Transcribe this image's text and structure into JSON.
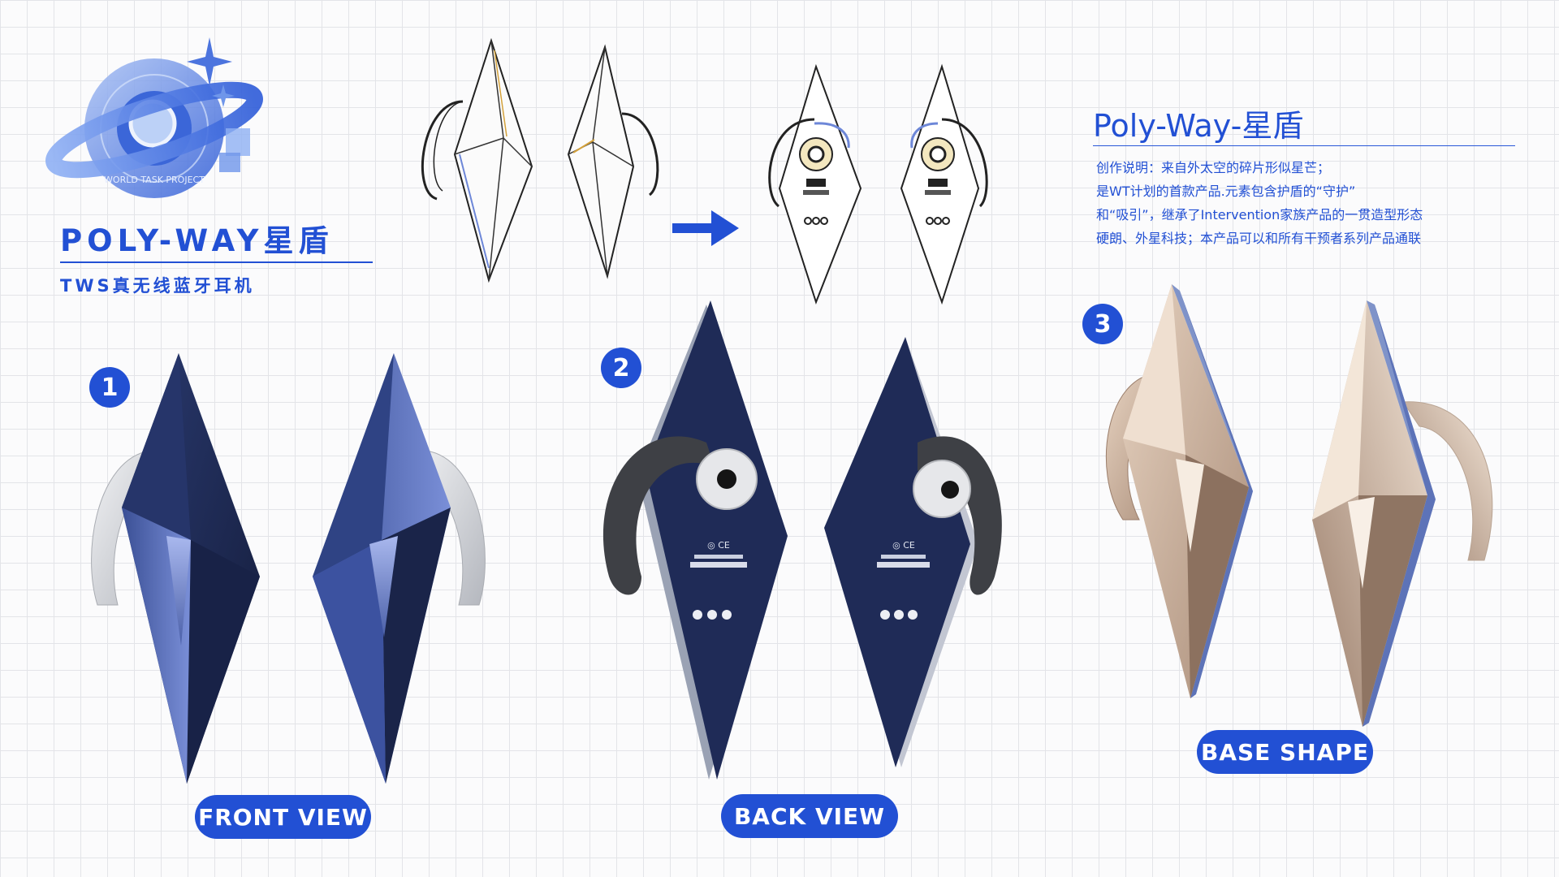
{
  "brand": {
    "title": "POLY-WAY星盾",
    "subtitle": "TWS真无线蓝牙耳机",
    "logo_ring_text": "WORLD TASK PROJECT",
    "icon": "planet-logo-icon"
  },
  "description": {
    "title": "Poly-Way-星盾",
    "lines": [
      "创作说明：来自外太空的碎片形似星芒；",
      "是WT计划的首款产品.元素包含护盾的“守护”",
      "和“吸引”，继承了Intervention家族产品的一贯造型形态",
      "硬朗、外星科技；本产品可以和所有干预者系列产品通联"
    ]
  },
  "sections": [
    {
      "number": "1",
      "label": "FRONT VIEW",
      "finish": "navy"
    },
    {
      "number": "2",
      "label": "BACK VIEW",
      "finish": "navy"
    },
    {
      "number": "3",
      "label": "BASE SHAPE",
      "finish": "champagne"
    }
  ],
  "colors": {
    "accent": "#2250d4",
    "navy": "#1e2a52",
    "champagne": "#c9ab93",
    "hook_light": "#d9dadd",
    "hook_dark": "#3b3d42"
  }
}
